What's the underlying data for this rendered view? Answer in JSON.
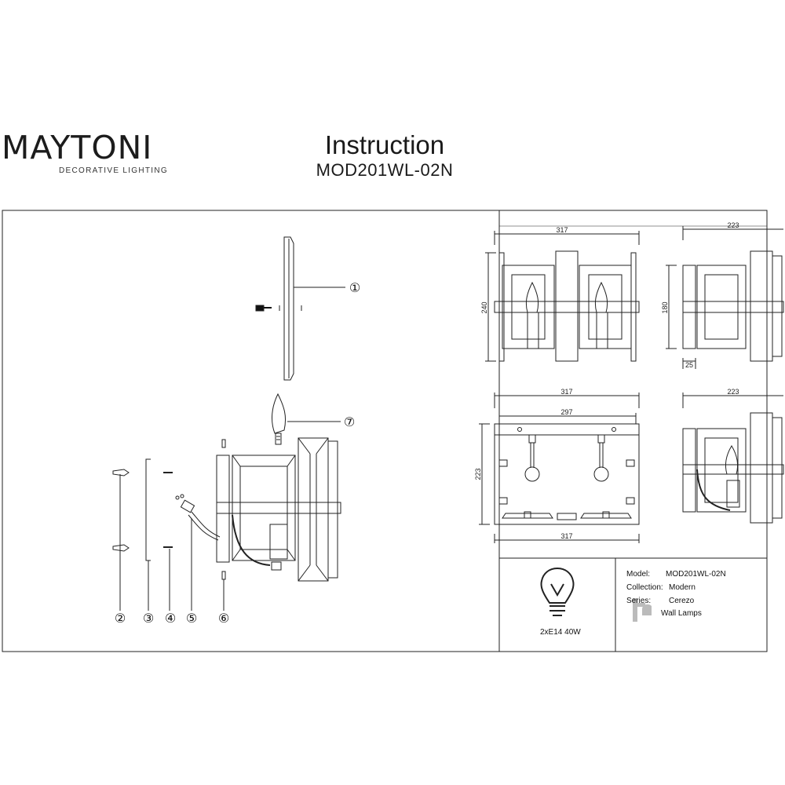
{
  "header": {
    "brand": "MAYTONI",
    "brand_tagline": "DECORATIVE LIGHTING",
    "title": "Instruction",
    "model_code": "MOD201WL-02N"
  },
  "assembly": {
    "callouts": [
      "①",
      "②",
      "③",
      "④",
      "⑤",
      "⑥",
      "⑦"
    ]
  },
  "dimensions": {
    "front_width": "317",
    "front_height": "240",
    "side_width": "223",
    "side_height": "180",
    "side_depth_offset": "25",
    "bottom_width_outer": "317",
    "bottom_width_inner": "297",
    "bottom_depth": "223",
    "bottom_width_lower": "317",
    "section_width": "223"
  },
  "specs": {
    "model_label": "Model:",
    "model_value": "MOD201WL-02N",
    "collection_label": "Collection:",
    "collection_value": "Modern",
    "series_label": "Series:",
    "series_value": "Cerezo",
    "category_value": "Wall Lamps",
    "bulb_spec": "2xE14 40W"
  },
  "icons": {
    "bulb": "light-bulb-icon",
    "wall_lamp": "wall-lamp-icon"
  }
}
